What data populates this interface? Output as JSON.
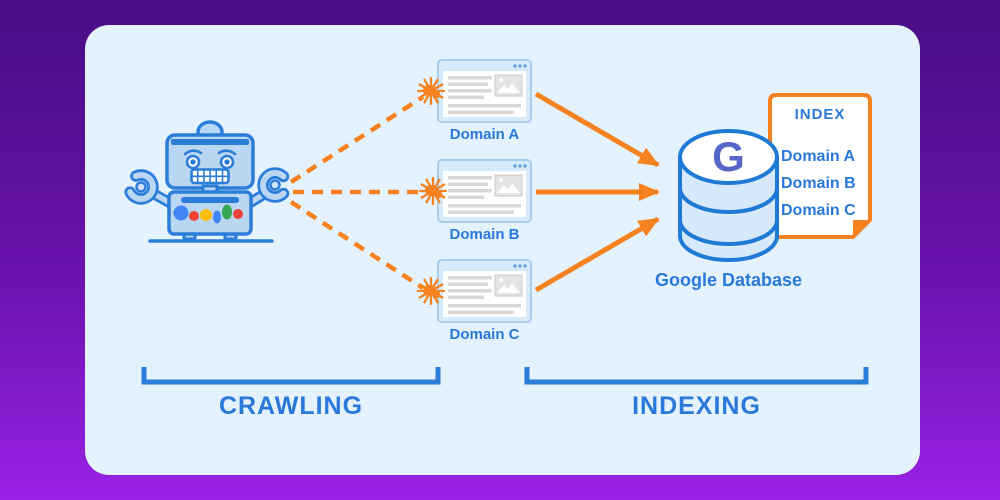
{
  "colors": {
    "background_top": "#480d84",
    "background_bottom": "#9a21e6",
    "panel": "#e3f2fd",
    "diagram_blue": "#2b7dd8",
    "label_blue": "#2a78d9",
    "orange": "#f6821f",
    "g_letter": "#5565c8",
    "google_dots": [
      "#4285f4",
      "#ea4335",
      "#fbbc05",
      "#34a853"
    ]
  },
  "icons": [
    "googlebot-robot-icon",
    "spider-icon",
    "browser-window-icon",
    "database-icon",
    "index-document-icon",
    "arrow-icon"
  ],
  "domains": [
    {
      "label": "Domain A"
    },
    {
      "label": "Domain B"
    },
    {
      "label": "Domain C"
    }
  ],
  "database": {
    "letter": "G",
    "label": "Google Database"
  },
  "index_card": {
    "title": "INDEX",
    "items": [
      {
        "label": "Domain A"
      },
      {
        "label": "Domain B"
      },
      {
        "label": "Domain C"
      }
    ]
  },
  "stages": {
    "crawling": "CRAWLING",
    "indexing": "INDEXING"
  }
}
